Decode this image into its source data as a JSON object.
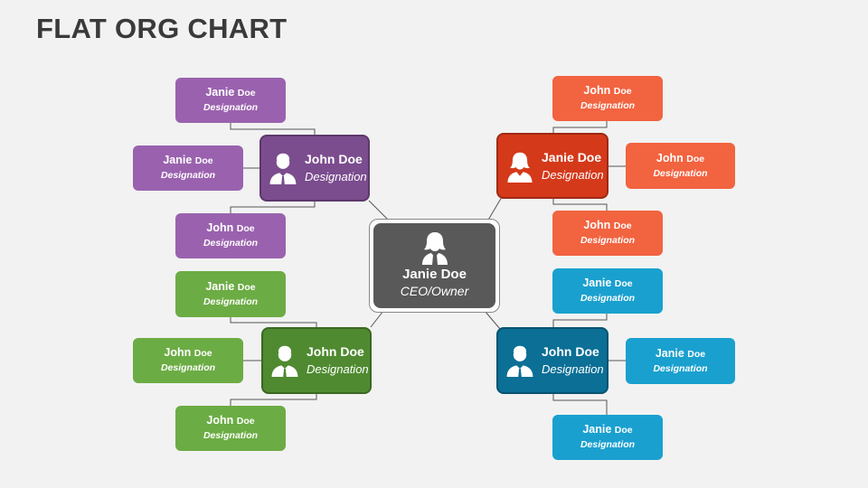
{
  "title": "FLAT ORG CHART",
  "ceo": {
    "first": "Janie Doe",
    "role": "CEO/Owner",
    "icon": "female-person-icon"
  },
  "groups": [
    {
      "color": "purple",
      "manager": {
        "name": "John Doe",
        "designation": "Designation",
        "icon": "male-person-icon"
      },
      "members": [
        {
          "first": "Janie",
          "last": "Doe",
          "designation": "Designation"
        },
        {
          "first": "Janie",
          "last": "Doe",
          "designation": "Designation"
        },
        {
          "first": "John",
          "last": "Doe",
          "designation": "Designation"
        }
      ]
    },
    {
      "color": "orange",
      "manager": {
        "name": "Janie Doe",
        "designation": "Designation",
        "icon": "female-person-icon"
      },
      "members": [
        {
          "first": "John",
          "last": "Doe",
          "designation": "Designation"
        },
        {
          "first": "John",
          "last": "Doe",
          "designation": "Designation"
        },
        {
          "first": "John",
          "last": "Doe",
          "designation": "Designation"
        }
      ]
    },
    {
      "color": "green",
      "manager": {
        "name": "John Doe",
        "designation": "Designation",
        "icon": "male-person-icon"
      },
      "members": [
        {
          "first": "Janie",
          "last": "Doe",
          "designation": "Designation"
        },
        {
          "first": "John",
          "last": "Doe",
          "designation": "Designation"
        },
        {
          "first": "John",
          "last": "Doe",
          "designation": "Designation"
        }
      ]
    },
    {
      "color": "blue",
      "manager": {
        "name": "John Doe",
        "designation": "Designation",
        "icon": "male-person-icon"
      },
      "members": [
        {
          "first": "Janie",
          "last": "Doe",
          "designation": "Designation"
        },
        {
          "first": "Janie",
          "last": "Doe",
          "designation": "Designation"
        },
        {
          "first": "Janie",
          "last": "Doe",
          "designation": "Designation"
        }
      ]
    }
  ]
}
